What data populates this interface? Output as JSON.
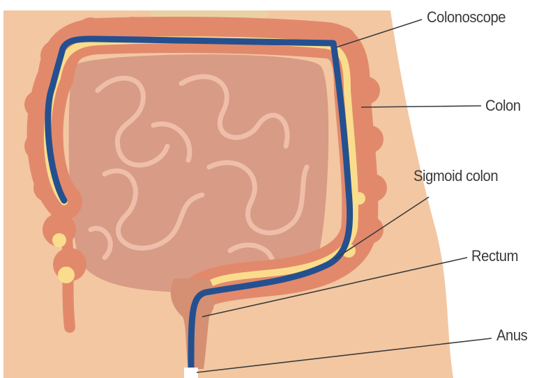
{
  "labels": {
    "colonoscope": "Colonoscope",
    "colon": "Colon",
    "sigmoid_colon": "Sigmoid colon",
    "rectum": "Rectum",
    "anus": "Anus"
  },
  "colors": {
    "skin": "#f2c7a2",
    "colon_wall": "#e2896c",
    "colon_lining": "#fbe18e",
    "intestines": "#d89b86",
    "intestine_highlight": "#f3c5b0",
    "colonoscope": "#24508f",
    "leader_line": "#3a3a3a"
  }
}
